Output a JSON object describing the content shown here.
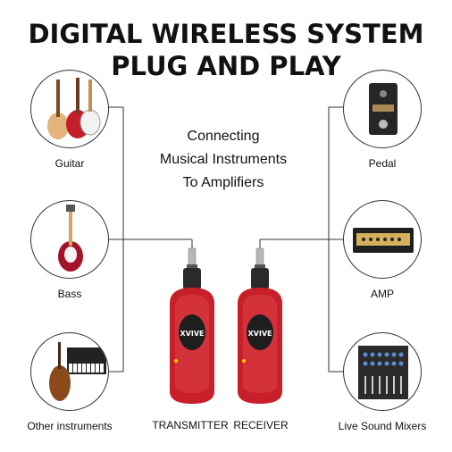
{
  "headline": {
    "line1": "DIGITAL WIRELESS SYSTEM",
    "line2": "PLUG AND PLAY"
  },
  "center_text": {
    "line1": "Connecting",
    "line2": "Musical Instruments",
    "line3": "To Amplifiers"
  },
  "left_items": [
    {
      "label": "Guitar",
      "icon": "guitar-icon"
    },
    {
      "label": "Bass",
      "icon": "bass-icon"
    },
    {
      "label": "Other instruments",
      "icon": "instruments-icon"
    }
  ],
  "right_items": [
    {
      "label": "Pedal",
      "icon": "pedal-icon"
    },
    {
      "label": "AMP",
      "icon": "amp-icon"
    },
    {
      "label": "Live Sound Mixers",
      "icon": "mixer-icon"
    }
  ],
  "devices": {
    "transmitter_label": "TRANSMITTER",
    "receiver_label": "RECEIVER",
    "brand_text": "XVIVE"
  },
  "colors": {
    "device_red": "#c8202a",
    "line": "#333333"
  }
}
